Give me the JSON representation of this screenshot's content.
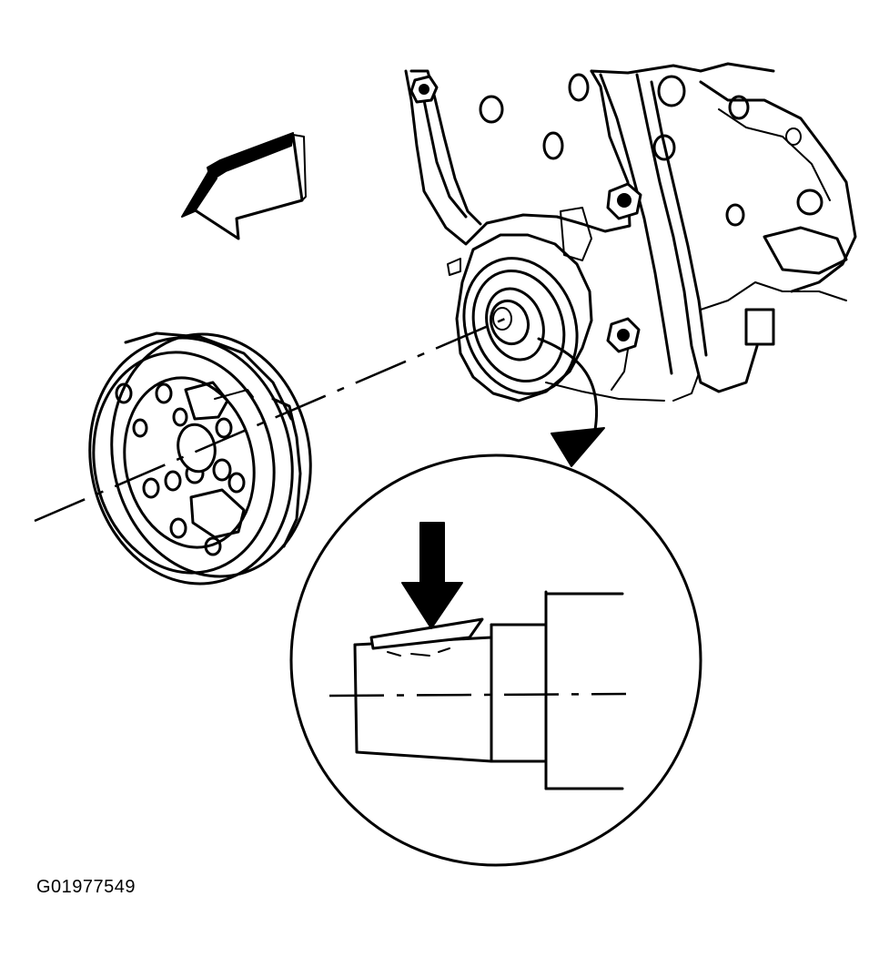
{
  "figure": {
    "id_label": "G01977549"
  },
  "icons": {
    "direction_arrow": "removal-direction-arrow",
    "detail_pointer": "curved-callout-arrow",
    "key_pointer": "down-arrow-pointer"
  },
  "colors": {
    "line": "#000000",
    "background": "#ffffff"
  }
}
